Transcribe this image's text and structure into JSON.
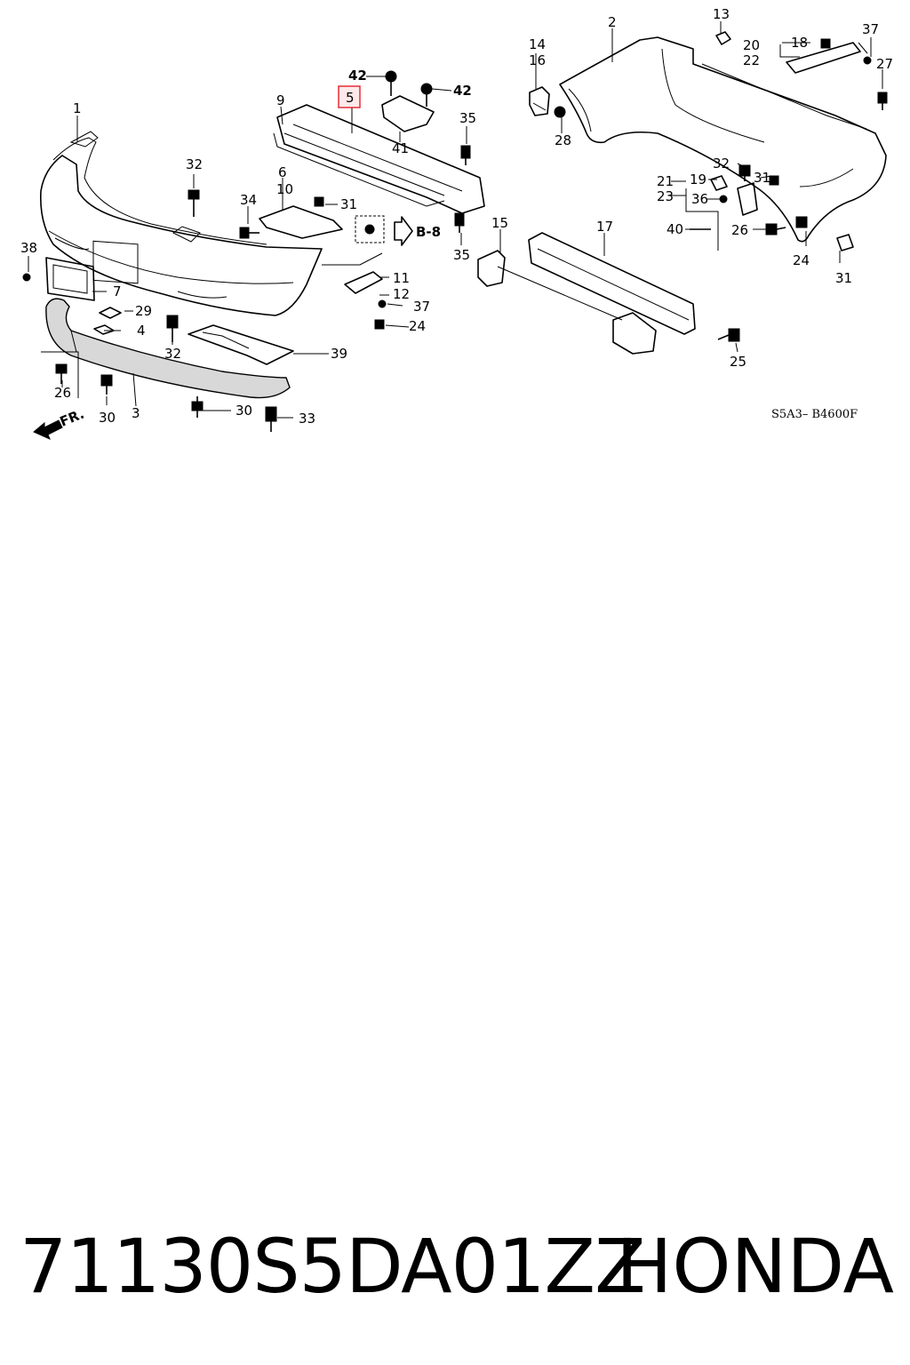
{
  "labels": {
    "n1": "1",
    "n2": "2",
    "n3": "3",
    "n4": "4",
    "n5": "5",
    "n6": "6",
    "n7": "7",
    "n9": "9",
    "n10": "10",
    "n11": "11",
    "n12": "12",
    "n13": "13",
    "n14": "14",
    "n15": "15",
    "n16": "16",
    "n17": "17",
    "n18": "18",
    "n19": "19",
    "n20": "20",
    "n21": "21",
    "n22": "22",
    "n23": "23",
    "n24a": "24",
    "n24b": "24",
    "n25": "25",
    "n26a": "26",
    "n26b": "26",
    "n27": "27",
    "n28": "28",
    "n29": "29",
    "n30a": "30",
    "n30b": "30",
    "n31a": "31",
    "n31b": "31",
    "n31c": "31",
    "n32a": "32",
    "n32b": "32",
    "n32c": "32",
    "n33": "33",
    "n34": "34",
    "n35a": "35",
    "n35b": "35",
    "n36": "36",
    "n37a": "37",
    "n37b": "37",
    "n38": "38",
    "n39": "39",
    "n40": "40",
    "n41": "41",
    "n42a": "42",
    "n42b": "42",
    "ref_b8": "B-8",
    "front_marker": "FR.",
    "diagram_code": "S5A3– B4600F"
  },
  "highlight_color": "#e0202a",
  "footer": {
    "part_number": "71130S5DA01ZZ",
    "brand": "HONDA"
  }
}
